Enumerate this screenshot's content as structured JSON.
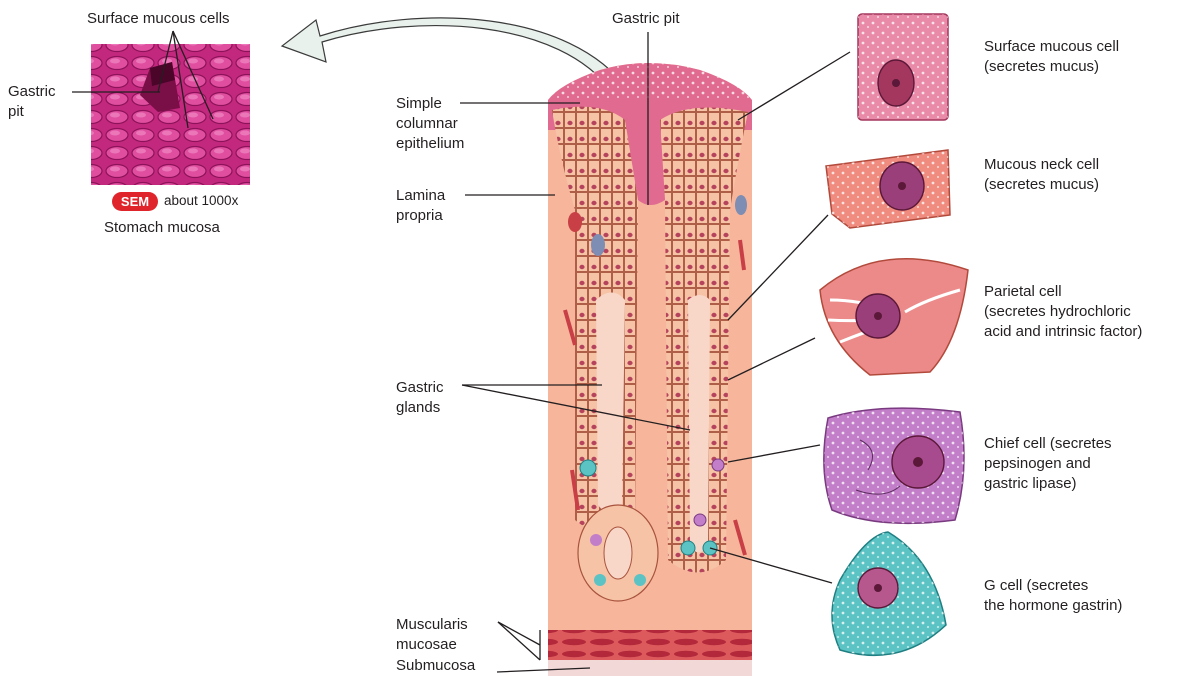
{
  "micrograph": {
    "label_surface_cells": "Surface mucous cells",
    "label_pit": "Gastric\npit",
    "badge": "SEM",
    "magnification": "about 1000x",
    "caption": "Stomach mucosa"
  },
  "tissue_labels": {
    "gastric_pit": "Gastric pit",
    "epithelium": "Simple\ncolumnar\nepithelium",
    "lamina_propria": "Lamina\npropria",
    "gastric_glands": "Gastric\nglands",
    "muscularis": "Muscularis\nmucosae",
    "submucosa": "Submucosa"
  },
  "cells": [
    {
      "name": "Surface mucous cell\n(secretes mucus)",
      "color": "#e98aa8"
    },
    {
      "name": "Mucous neck cell\n(secretes mucus)",
      "color": "#f08b7f"
    },
    {
      "name": "Parietal cell\n(secretes hydrochloric\nacid and intrinsic factor)",
      "color": "#ec8a8a"
    },
    {
      "name": "Chief cell (secretes\npepsinogen and\ngastric lipase)",
      "color": "#c27ec9"
    },
    {
      "name": "G cell (secretes\nthe hormone gastrin)",
      "color": "#5cc3c4"
    }
  ],
  "colors": {
    "lamina": "#f7b69c",
    "epithelium": "#f3a894",
    "surface_pink": "#e06a90",
    "sem": "#c2287d",
    "muscle": "#c83f45",
    "arrow_fill": "#e9f1ec"
  }
}
